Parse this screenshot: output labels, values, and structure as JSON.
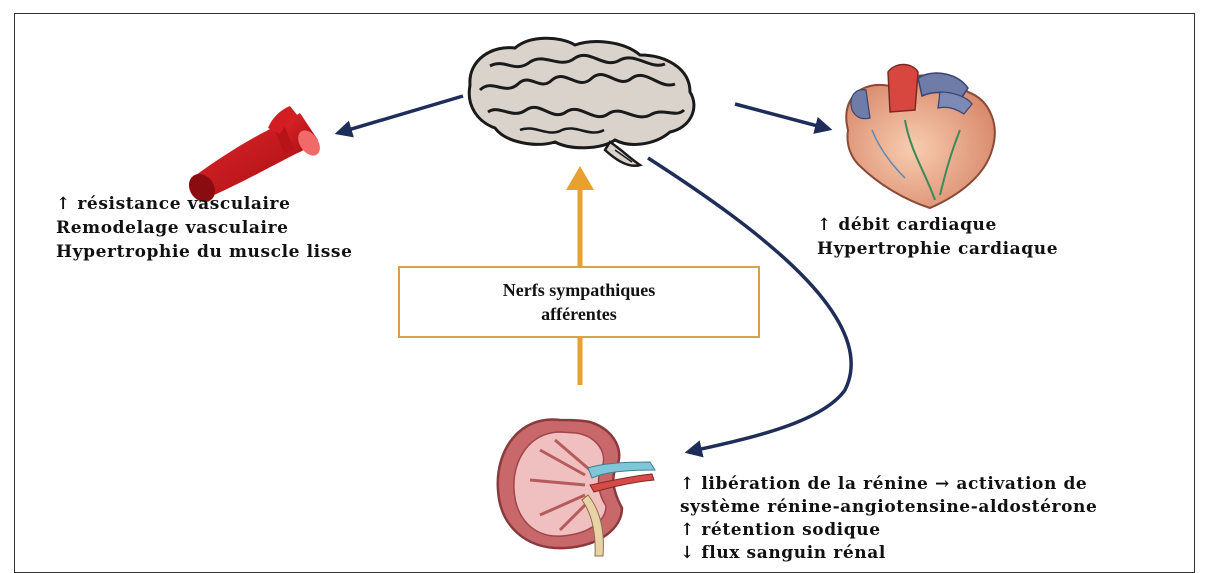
{
  "nerve_box": {
    "line1": "Nerfs sympathiques",
    "line2": "afférentes"
  },
  "vessel_effects": [
    "↑ résistance vasculaire",
    "Remodelage vasculaire",
    "Hypertrophie du muscle lisse"
  ],
  "heart_effects": [
    "↑ débit cardiaque",
    "Hypertrophie cardiaque"
  ],
  "kidney_effects": [
    "↑ libération de la rénine → activation de",
    "système rénine-angiotensine-aldostérone",
    "↑ rétention sodique",
    "↓ flux sanguin rénal"
  ],
  "colors": {
    "efferent_arrow": "#1f2d5a",
    "afferent_arrow": "#e8a02e",
    "box_border": "#d8a24a",
    "vessel_red": "#c8161a",
    "heart_flesh": "#f2b99a",
    "kidney_pink": "#c8686a"
  },
  "icons": [
    "brain-icon",
    "blood-vessel-icon",
    "heart-icon",
    "kidney-icon"
  ]
}
